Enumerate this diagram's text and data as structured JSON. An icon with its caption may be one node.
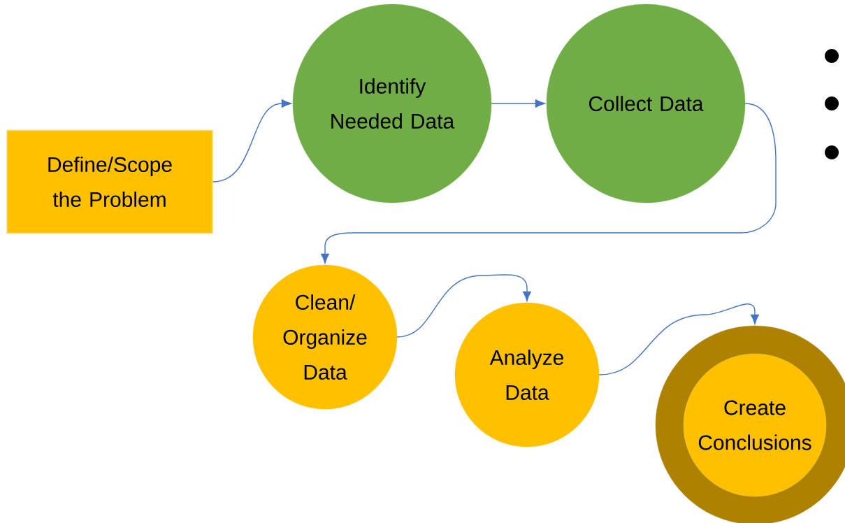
{
  "diagram": {
    "nodes": [
      {
        "text": [
          "Define/Scope the Problem"
        ]
      },
      {
        "text": [
          "Identify Needed Data"
        ]
      },
      {
        "text": [
          "Collect Data"
        ]
      },
      {
        "text": [
          "Clean/ Organize Data"
        ]
      },
      {
        "text": [
          "Analyze Data"
        ]
      },
      {
        "text": [
          "Create Conclusions"
        ]
      }
    ],
    "edges": [
      {
        "from": 0,
        "to": 1,
        "arrow": "to"
      },
      {
        "from": 1,
        "to": 2,
        "arrow": "to"
      },
      {
        "from": 2,
        "to": 3,
        "arrow": "to"
      },
      {
        "from": 3,
        "to": 4,
        "arrow": "to"
      },
      {
        "from": 4,
        "to": 5,
        "arrow": "to"
      }
    ]
  }
}
